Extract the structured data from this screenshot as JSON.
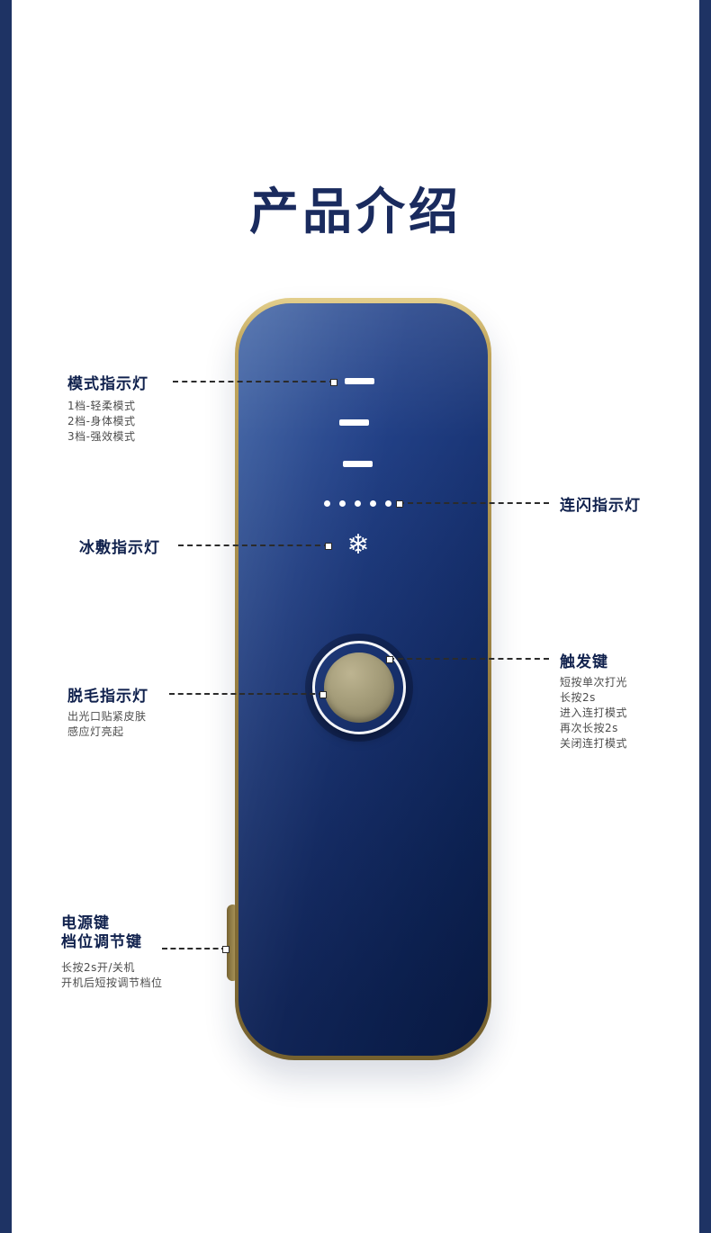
{
  "page": {
    "title": "产品介绍"
  },
  "callouts": {
    "mode_indicator": {
      "label": "模式指示灯",
      "lines": [
        "1档-轻柔模式",
        "2档-身体模式",
        "3档-强效模式"
      ]
    },
    "flash_indicator": {
      "label": "连闪指示灯"
    },
    "ice_indicator": {
      "label": "冰敷指示灯"
    },
    "hair_removal_indicator": {
      "label": "脱毛指示灯",
      "lines": [
        "出光口贴紧皮肤",
        "感应灯亮起"
      ]
    },
    "trigger_key": {
      "label": "触发键",
      "lines": [
        "短按单次打光",
        "长按2s",
        "进入连打模式",
        "再次长按2s",
        "关闭连打模式"
      ]
    },
    "power_key": {
      "labels": [
        "电源键",
        "档位调节键"
      ],
      "lines": [
        "长按2s开/关机",
        "开机后短按调节档位"
      ]
    }
  },
  "device": {
    "snowflake_icon": "❄",
    "mode_bar_count": 3,
    "flash_dot_count": 5,
    "colors": {
      "body_blue": "#1c3474",
      "trim_gold": "#bca55e",
      "button_gold": "#a49c79",
      "accent_navy": "#1a2b5e"
    }
  }
}
